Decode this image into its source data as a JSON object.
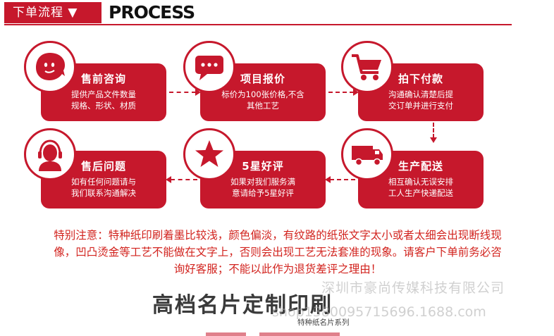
{
  "header": {
    "tag_label": "下单流程 ▼",
    "title": "PROCESS"
  },
  "steps": [
    {
      "title": "售前咨询",
      "desc_line1": "提供产品文件数量",
      "desc_line2": "规格、形状、材质",
      "icon": "chat-bubble-face-icon"
    },
    {
      "title": "项目报价",
      "desc_line1": "标价为100张价格,不含",
      "desc_line2": "其他工艺",
      "icon": "speech-dots-icon"
    },
    {
      "title": "拍下付款",
      "desc_line1": "沟通确认清楚后提",
      "desc_line2": "交订单并进行支付",
      "icon": "shopping-cart-icon"
    },
    {
      "title": "生产配送",
      "desc_line1": "相互确认无误安排",
      "desc_line2": "工人生产快递配送",
      "icon": "delivery-truck-icon"
    },
    {
      "title": "5星好评",
      "desc_line1": "如果对我们服务满",
      "desc_line2": "意请给予5星好评",
      "icon": "star-icon"
    },
    {
      "title": "售后问题",
      "desc_line1": "如有任何问题请与",
      "desc_line2": "我们联系沟通解决",
      "icon": "customer-service-icon"
    }
  ],
  "notice": {
    "line1": "特别注意：特种纸印刷着墨比较浅，颜色偏淡，有纹路的纸张文字太小或者太细会出现断线现",
    "line2": "像，凹凸烫金等工艺不能做在文字上，否则会出现工艺无法套准的现象。请客户下单前务必咨",
    "line3": "询好客服；不能以此作为退货差评之理由！"
  },
  "footer": {
    "big_title": "高档名片定制印刷",
    "sub_title": "特种纸名片系列",
    "watermark_company": "深圳市豪尚传媒科技有限公司",
    "watermark_url": "shop1380095715696.1688.com"
  },
  "colors": {
    "brand_red": "#c6182c",
    "notice_red": "#d2231e"
  }
}
